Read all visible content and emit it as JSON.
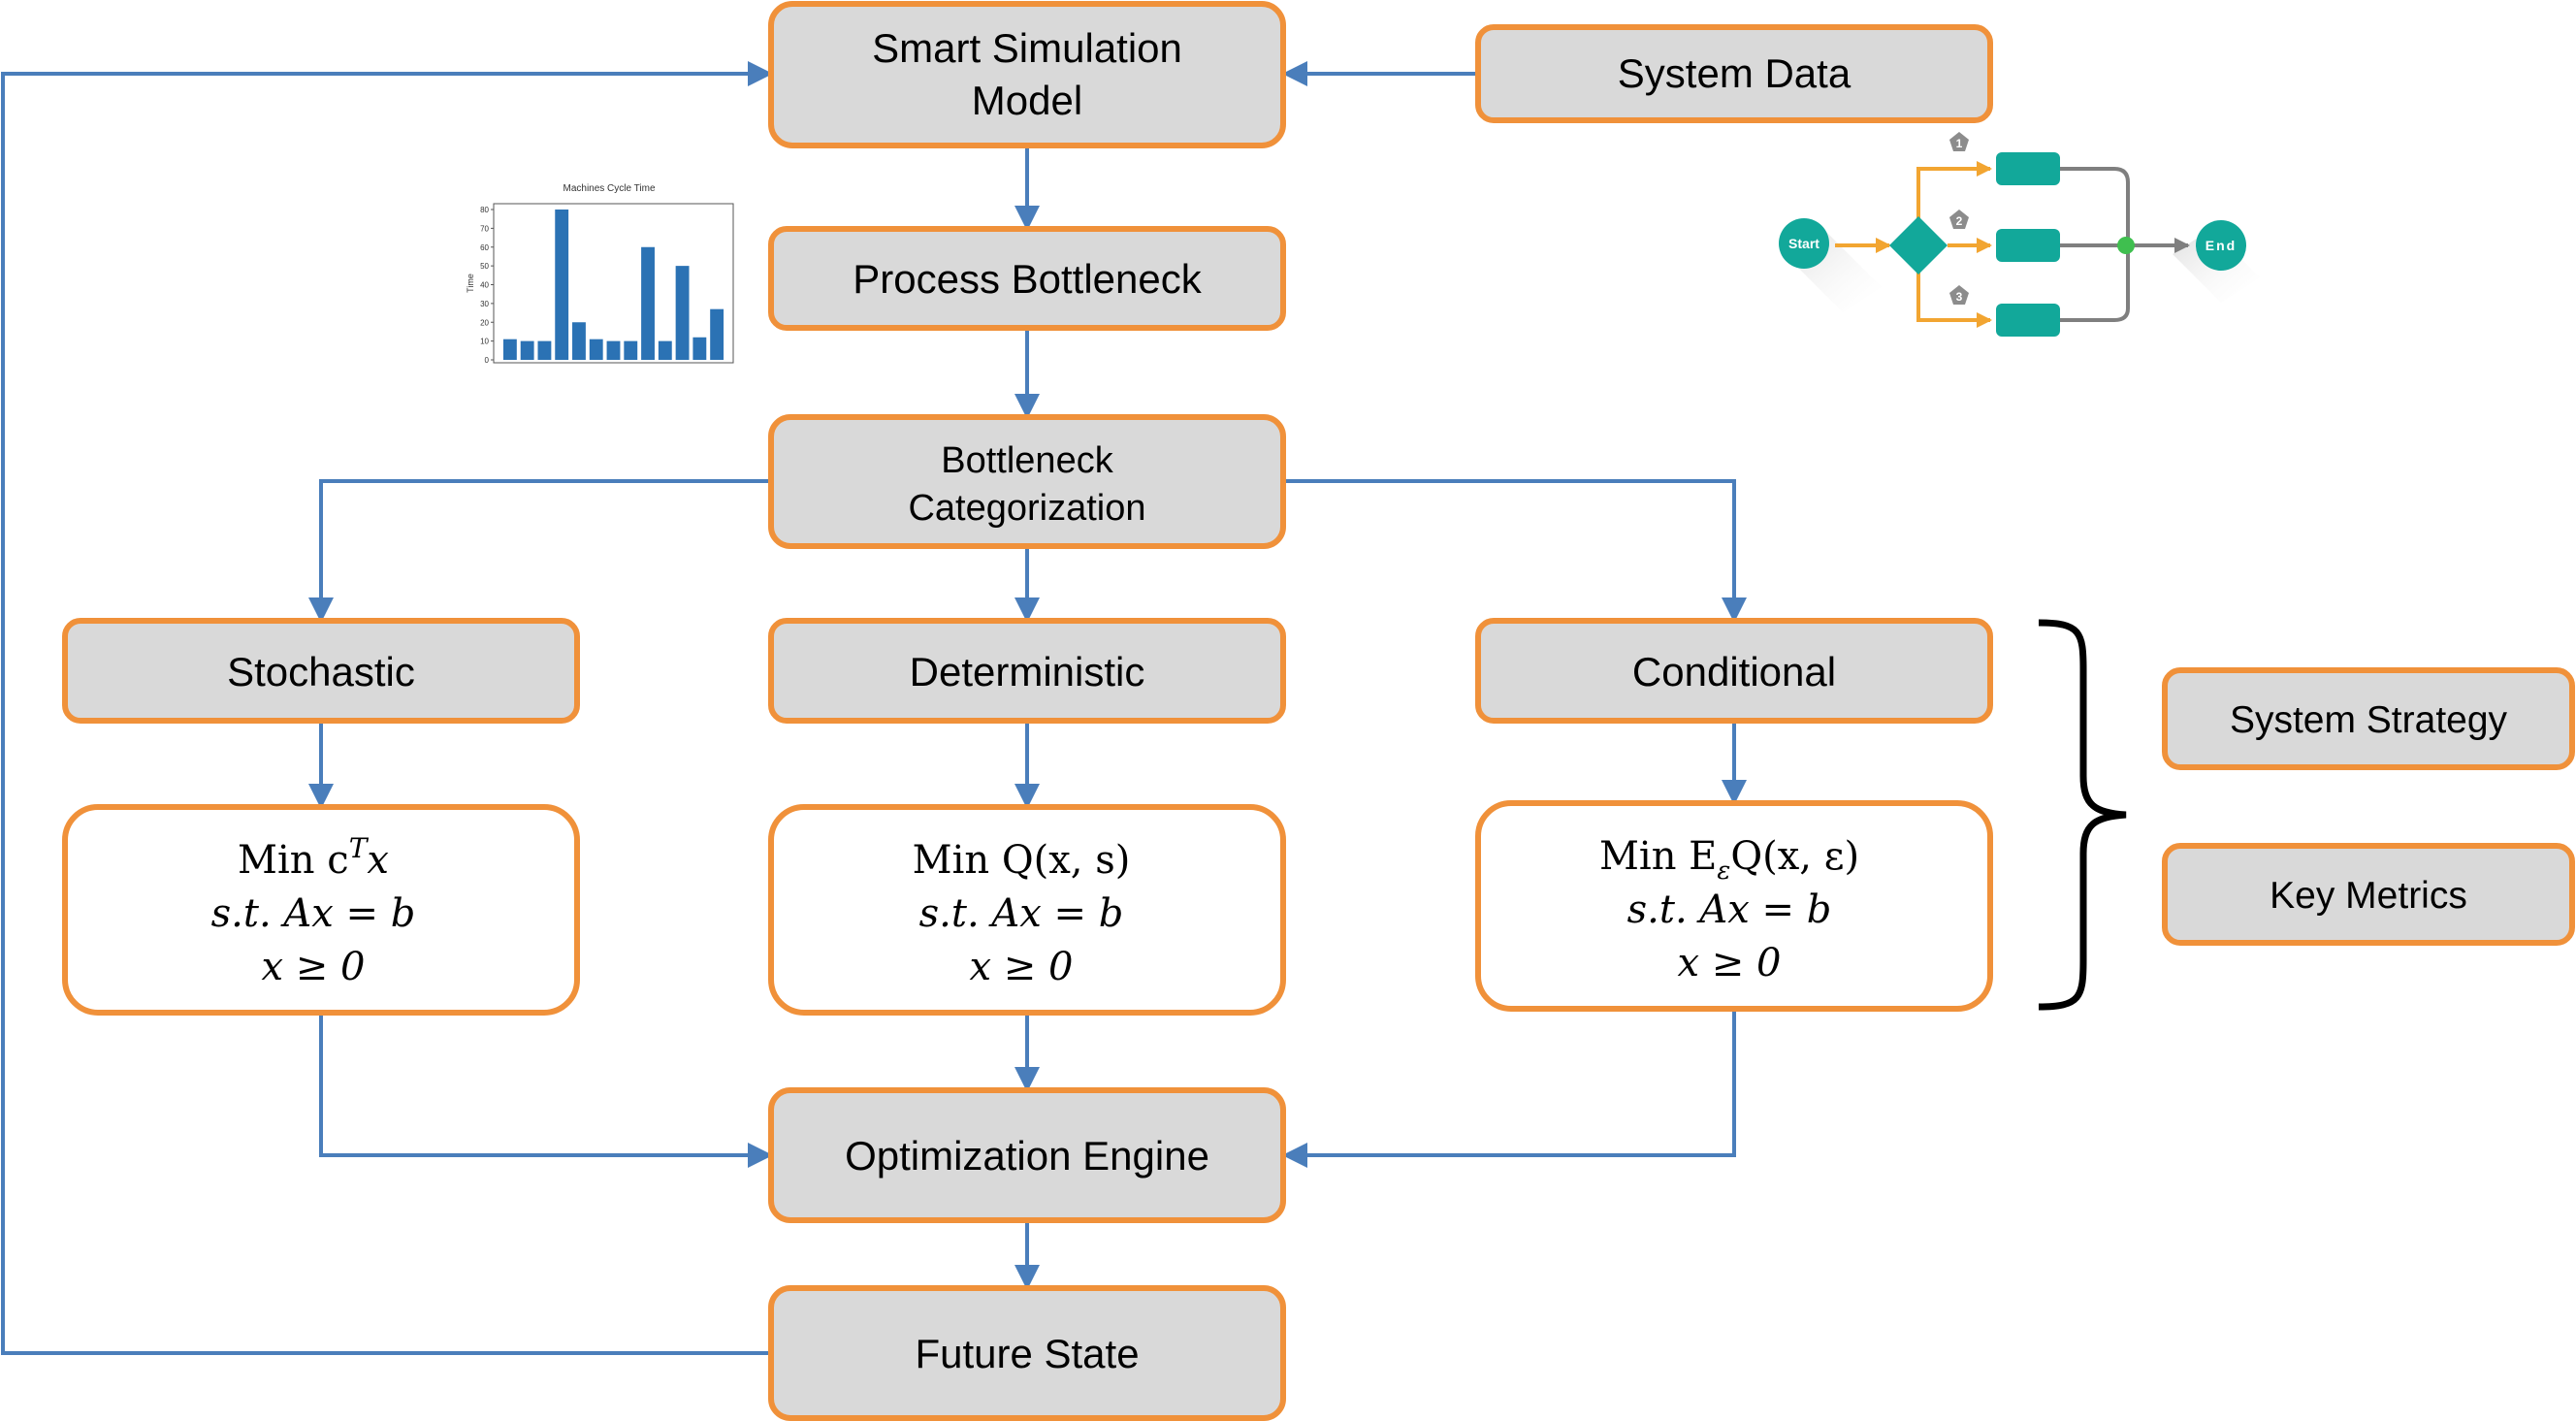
{
  "colors": {
    "box_fill": "#d9d9d9",
    "box_border": "#f0913a",
    "arrow": "#4a7ebb",
    "bracket": "#000000",
    "teal": "#12a89a",
    "flow_arrow": "#f2a531",
    "bar": "#2b72b4",
    "junction": "#3fbf4f"
  },
  "nodes": {
    "smart_sim_line1": "Smart Simulation",
    "smart_sim_line2": "Model",
    "system_data": "System Data",
    "process_bottleneck": "Process Bottleneck",
    "bottleneck_cat_line1": "Bottleneck",
    "bottleneck_cat_line2": "Categorization",
    "stochastic": "Stochastic",
    "deterministic": "Deterministic",
    "conditional": "Conditional",
    "optimization_engine": "Optimization Engine",
    "future_state": "Future State",
    "system_strategy": "System Strategy",
    "key_metrics": "Key Metrics"
  },
  "formulas": {
    "stochastic": {
      "objective": "Min c",
      "objective_sup": "T",
      "objective_tail": "x",
      "constraint1": "s.t. Ax = b",
      "constraint2": "x ≥ 0"
    },
    "deterministic": {
      "objective": "Min Q(x, s)",
      "constraint1": "s.t. Ax = b",
      "constraint2": "x ≥ 0"
    },
    "conditional": {
      "objective": "Min E",
      "objective_sub": "ε",
      "objective_tail": "Q(x, ε)",
      "constraint1": "s.t. Ax = b",
      "constraint2": "x ≥ 0"
    }
  },
  "flowchart_icon": {
    "start": "Start",
    "end": "End",
    "branch_labels": [
      "1",
      "2",
      "3"
    ]
  },
  "chart_data": {
    "type": "bar",
    "title": "Machines Cycle Time",
    "ylabel": "Time",
    "xlabel": "",
    "ylim": [
      0,
      80
    ],
    "yticks": [
      "0",
      "10",
      "20",
      "30",
      "40",
      "50",
      "60",
      "70",
      "80"
    ],
    "values": [
      11,
      10,
      10,
      80,
      20,
      11,
      10,
      10,
      60,
      10,
      50,
      12,
      27
    ]
  }
}
